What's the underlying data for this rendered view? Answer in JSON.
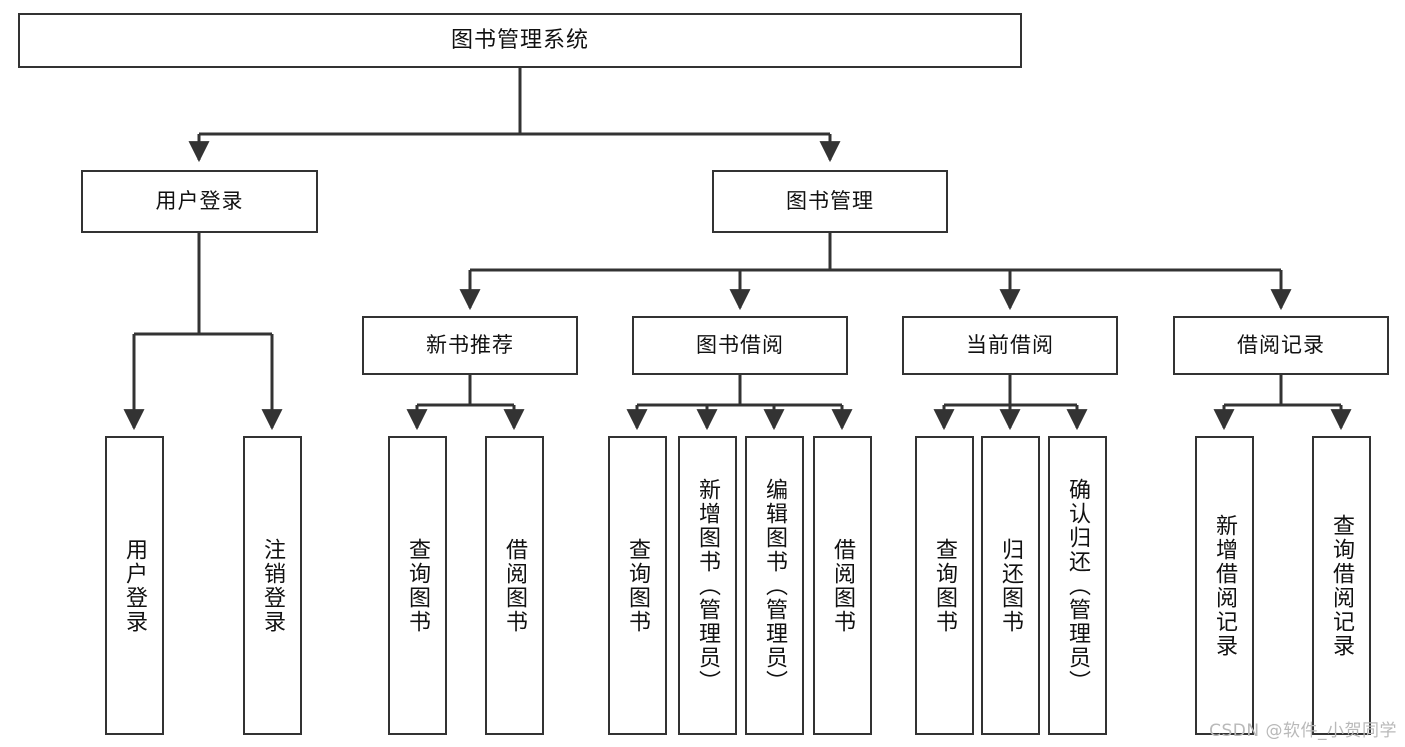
{
  "diagram": {
    "title": "图书管理系统",
    "type": "tree",
    "watermark": "CSDN @软件_小贺同学",
    "colors": {
      "stroke": "#333333",
      "fill": "#ffffff",
      "text": "#111111",
      "watermark": "#b9b9b9"
    },
    "nodes": {
      "root": {
        "label": "图书管理系统",
        "level": 0
      },
      "level1": [
        {
          "label": "用户登录",
          "level": 1
        },
        {
          "label": "图书管理",
          "level": 1
        }
      ],
      "level2": [
        {
          "label": "新书推荐",
          "level": 2
        },
        {
          "label": "图书借阅",
          "level": 2
        },
        {
          "label": "当前借阅",
          "level": 2
        },
        {
          "label": "借阅记录",
          "level": 2
        }
      ],
      "leaves": {
        "user_login": [
          {
            "label": "用户登录"
          },
          {
            "label": "注销登录"
          }
        ],
        "new_book_recommend": [
          {
            "label": "查询图书"
          },
          {
            "label": "借阅图书"
          }
        ],
        "book_borrow": [
          {
            "label": "查询图书"
          },
          {
            "label": "新增图书（管理员）"
          },
          {
            "label": "编辑图书（管理员）"
          },
          {
            "label": "借阅图书"
          }
        ],
        "current_borrow": [
          {
            "label": "查询图书"
          },
          {
            "label": "归还图书"
          },
          {
            "label": "确认归还（管理员）"
          }
        ],
        "borrow_records": [
          {
            "label": "新增借阅记录"
          },
          {
            "label": "查询借阅记录"
          }
        ]
      }
    }
  }
}
